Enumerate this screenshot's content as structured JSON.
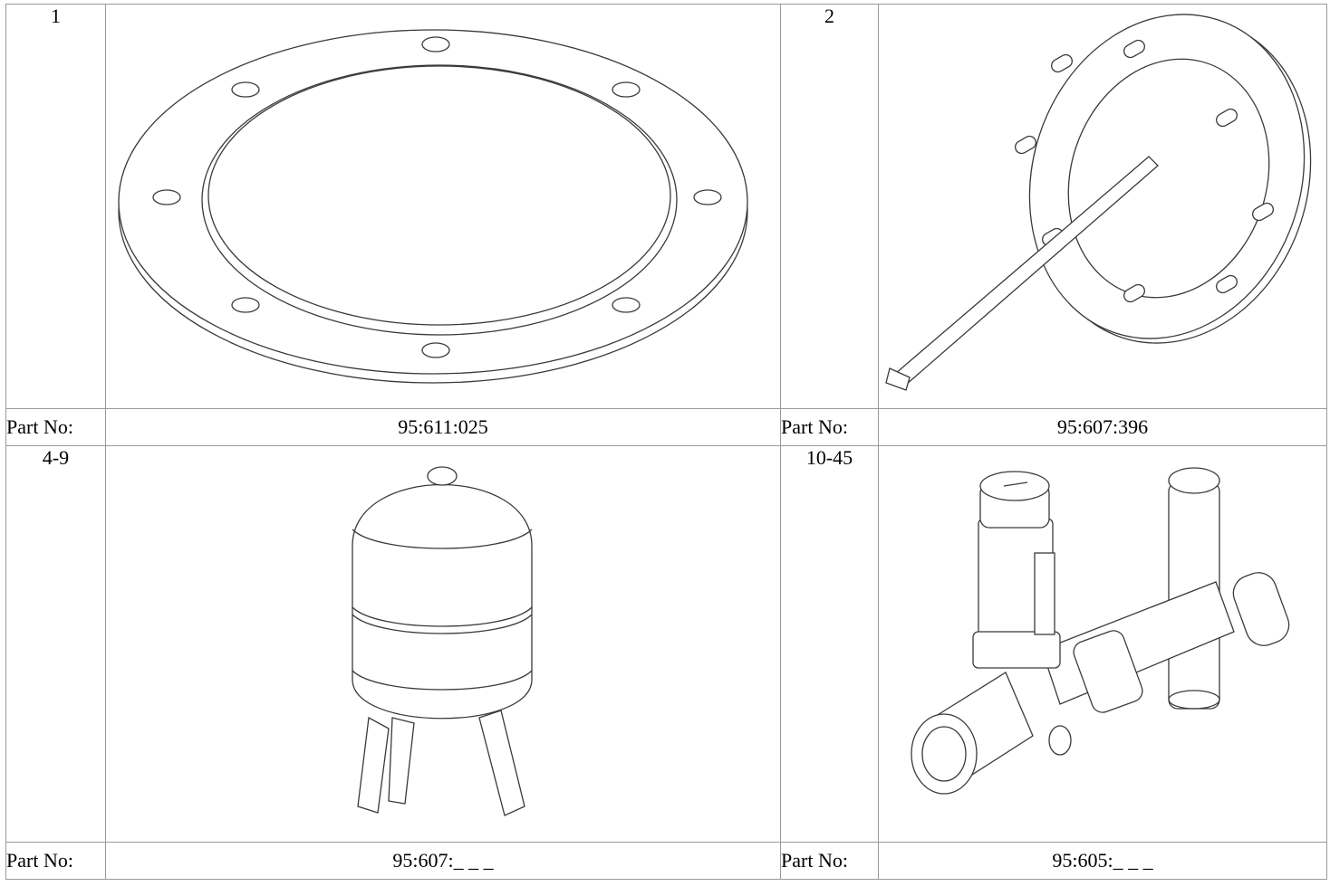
{
  "parts": [
    {
      "index": "1",
      "label": "Part No:",
      "part_no": "95:611:025",
      "icon": "flange-gasket-icon"
    },
    {
      "index": "2",
      "label": "Part No:",
      "part_no": "95:607:396",
      "icon": "immersion-flange-probe-icon"
    },
    {
      "index": "4-9",
      "label": "Part No:",
      "part_no": "95:607:_ _ _",
      "icon": "expansion-vessel-icon"
    },
    {
      "index": "10-45",
      "label": "Part No:",
      "part_no": "95:605:_ _ _",
      "icon": "valve-assembly-icon"
    }
  ]
}
